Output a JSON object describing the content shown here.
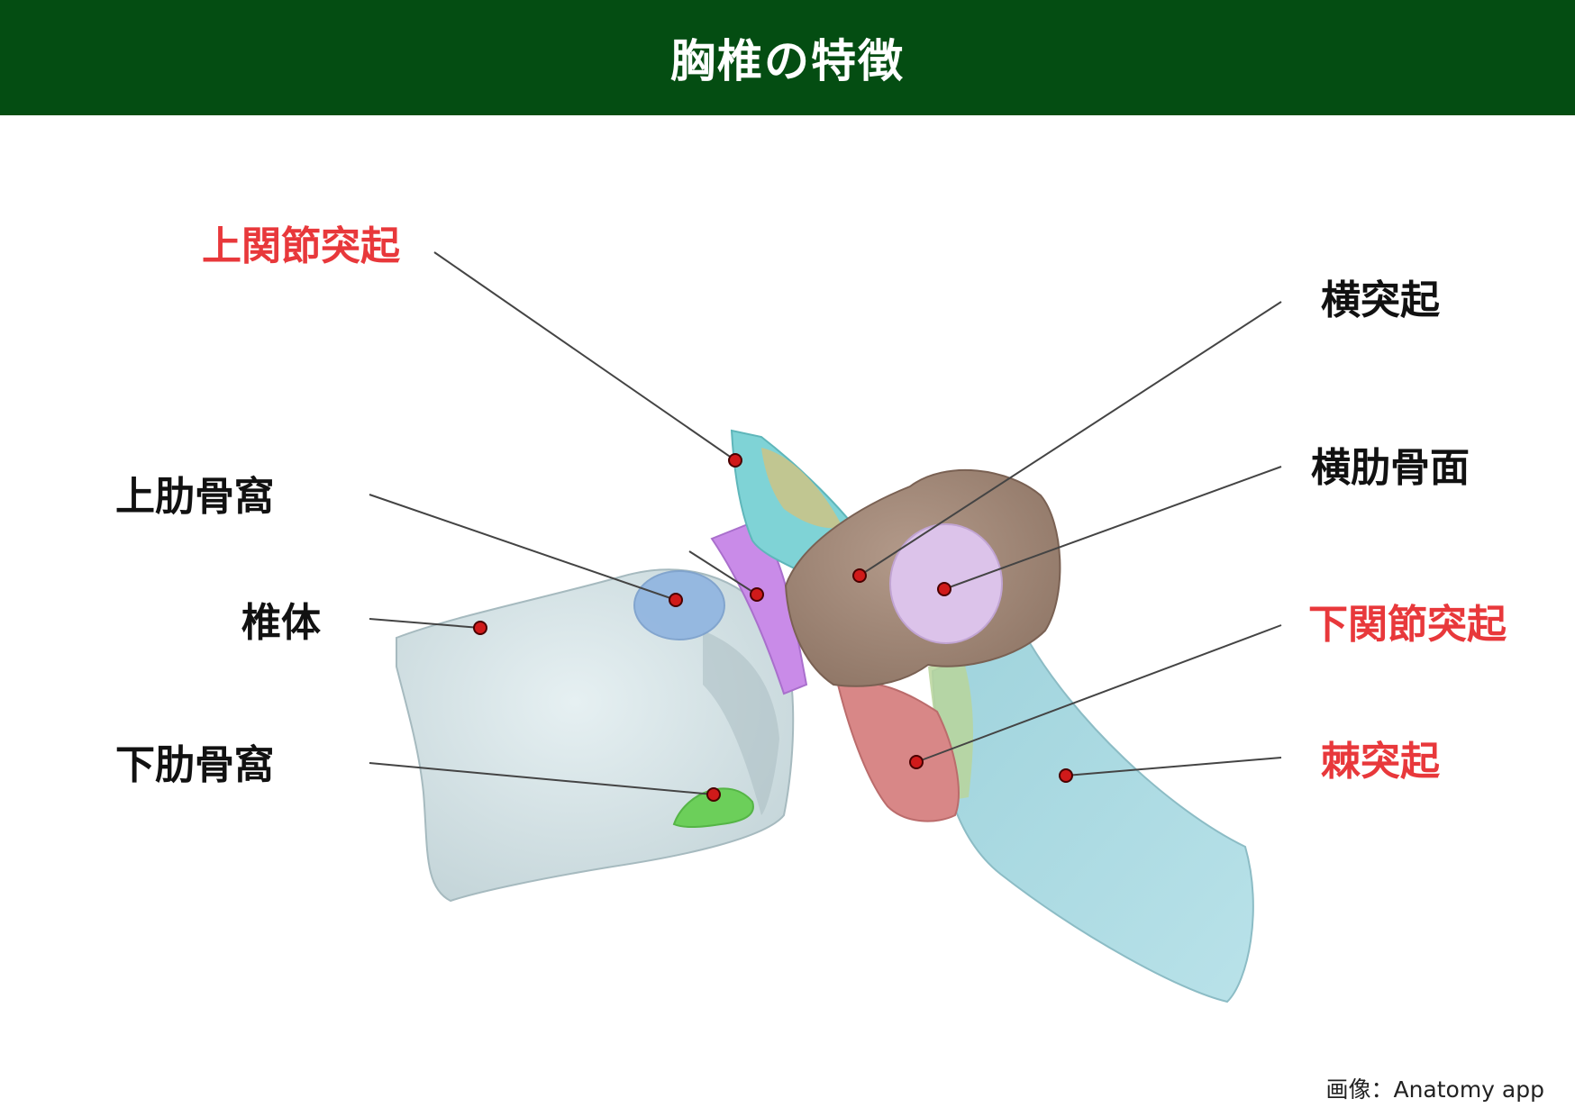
{
  "header": {
    "title": "胸椎の特徴"
  },
  "labels": {
    "superior_articular_process": "上関節突起",
    "transverse_process": "横突起",
    "superior_costal_facet": "上肋骨窩",
    "transverse_costal_facet": "横肋骨面",
    "vertebral_body": "椎体",
    "inferior_articular_process": "下関節突起",
    "inferior_costal_facet": "下肋骨窩",
    "spinous_process": "棘突起"
  },
  "credit": "画像：Anatomy app",
  "colors": {
    "header_bg": "#044d12",
    "highlight_label": "#e8383b",
    "normal_label": "#111111",
    "marker": "#d01a1a"
  }
}
